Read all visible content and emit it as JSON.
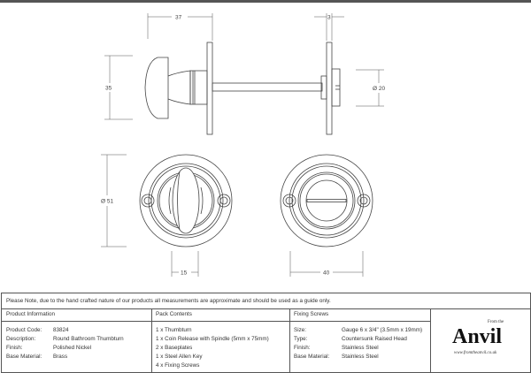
{
  "dimensions": {
    "width_37": "37",
    "thickness_3": "3",
    "height_35": "35",
    "dia_20": "Ø 20",
    "dia_51": "Ø 51",
    "thumb_15": "15",
    "screw_40": "40"
  },
  "note": "Please Note, due to the hand crafted nature of our products all measurements are approximate and should be used as a guide only.",
  "product_info": {
    "header": "Product Information",
    "rows": [
      {
        "label": "Product Code:",
        "value": "83824"
      },
      {
        "label": "Description:",
        "value": "Round Bathroom Thumbturn"
      },
      {
        "label": "Finish:",
        "value": "Polished Nickel"
      },
      {
        "label": "Base Material:",
        "value": "Brass"
      }
    ]
  },
  "pack_contents": {
    "header": "Pack Contents",
    "items": [
      "1 x Thumbturn",
      "1 x Coin Release with Spindle (5mm x 75mm)",
      "2 x Baseplates",
      "1 x Steel Allen Key",
      "4 x Fixing Screws"
    ]
  },
  "fixing_screws": {
    "header": "Fixing Screws",
    "rows": [
      {
        "label": "Size:",
        "value": "Gauge 6 x 3/4\" (3.5mm x 19mm)"
      },
      {
        "label": "Type:",
        "value": "Countersunk Raised Head"
      },
      {
        "label": "Finish:",
        "value": "Stainless Steel"
      },
      {
        "label": "Base Material:",
        "value": "Stainless Steel"
      }
    ]
  },
  "logo": {
    "from": "From the",
    "name": "Anvil",
    "url": "www.fromtheanvil.co.uk"
  }
}
